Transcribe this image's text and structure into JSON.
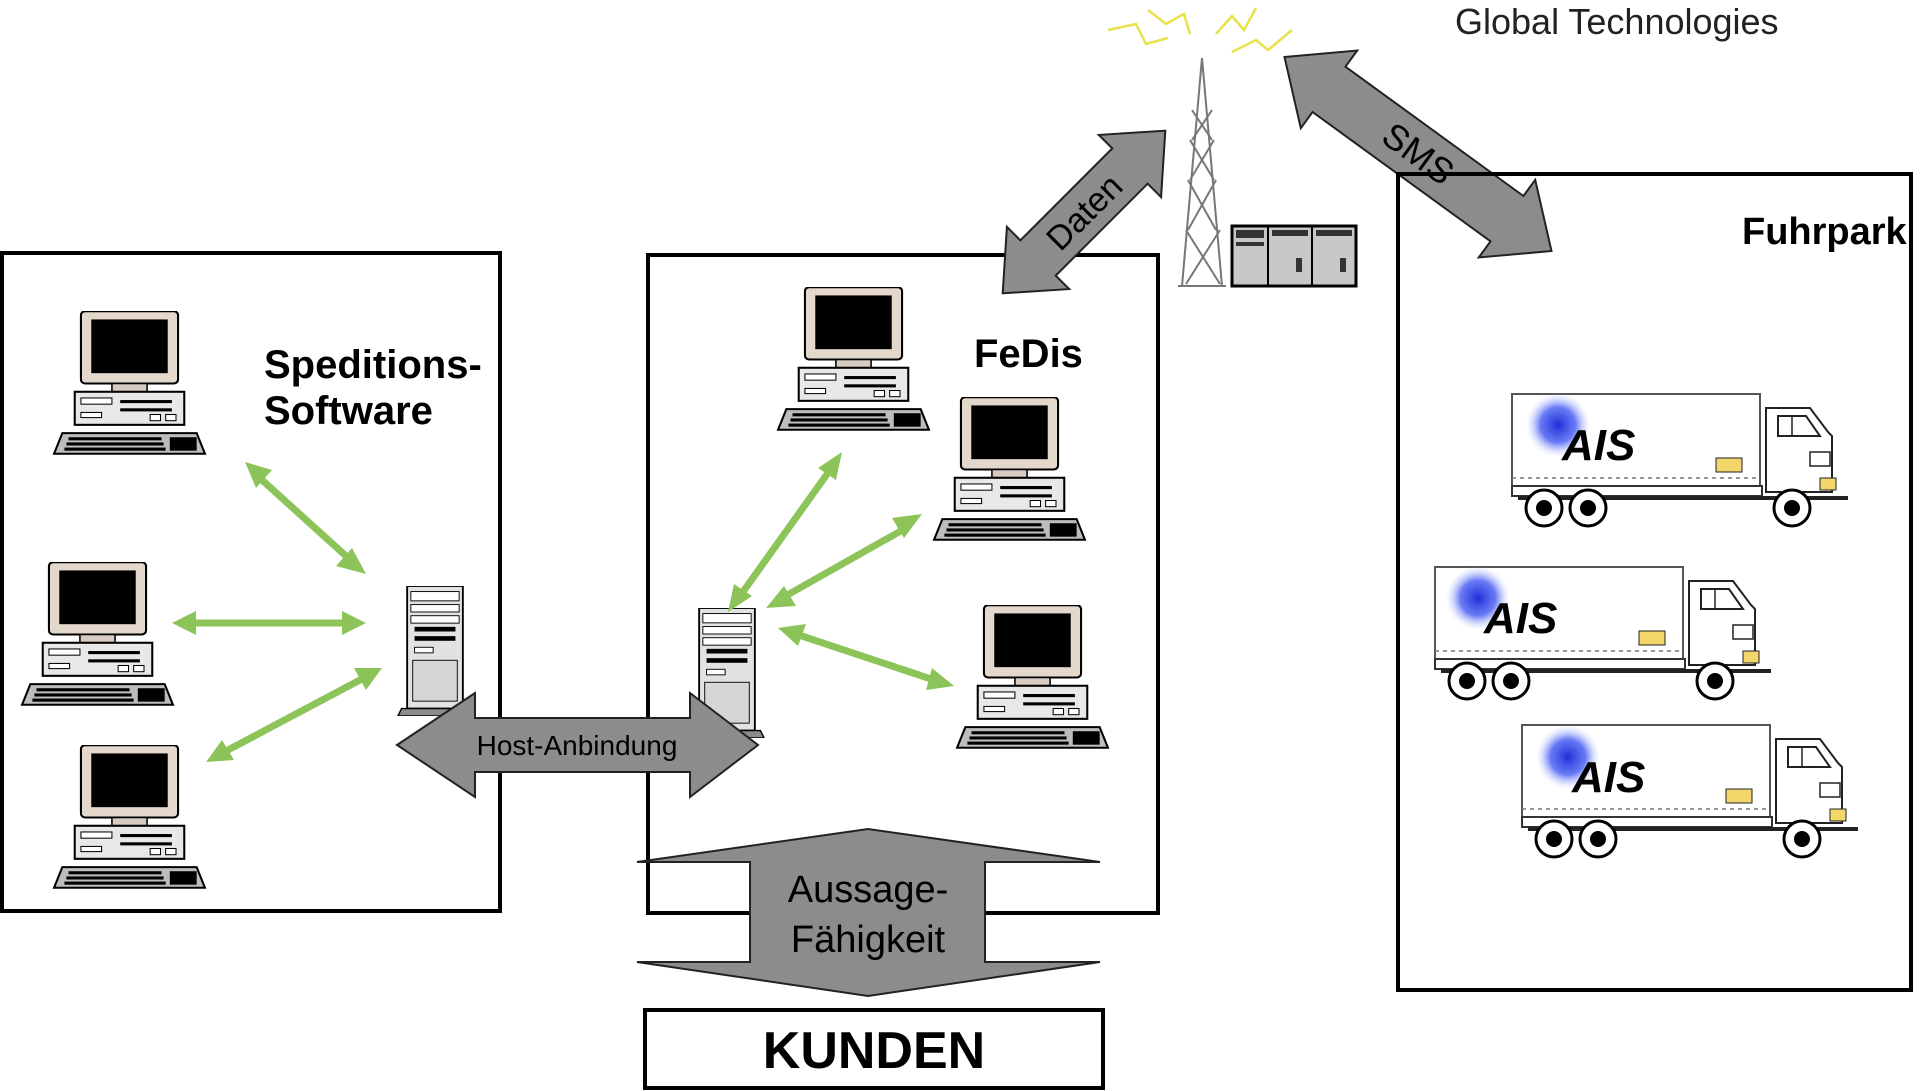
{
  "header": {
    "brand_line": "Global Technologies"
  },
  "boxes": {
    "spedition": {
      "title_line1": "Speditions-",
      "title_line2": "Software"
    },
    "fedis": {
      "title": "FeDis"
    },
    "fuhrpark": {
      "title": "Fuhrpark"
    },
    "kunden": {
      "title": "KUNDEN"
    }
  },
  "arrows": {
    "host": "Host-Anbindung",
    "daten": "Daten",
    "sms": "SMS",
    "aussage_line1": "Aussage-",
    "aussage_line2": "Fähigkeit"
  },
  "trucks": [
    {
      "logo": "AIS"
    },
    {
      "logo": "AIS"
    },
    {
      "logo": "AIS"
    }
  ],
  "icons": {
    "pc": "desktop-computer-icon",
    "server": "tower-server-icon",
    "antenna": "radio-mast-icon",
    "gateway": "modem-rack-icon",
    "truck": "truck-icon"
  },
  "colors": {
    "link_green": "#8cc45a",
    "arrow_gray": "#8c8c8c",
    "logo_blue": "#2b3bd6",
    "spark_yellow": "#e8e24a",
    "line": "#000000"
  }
}
